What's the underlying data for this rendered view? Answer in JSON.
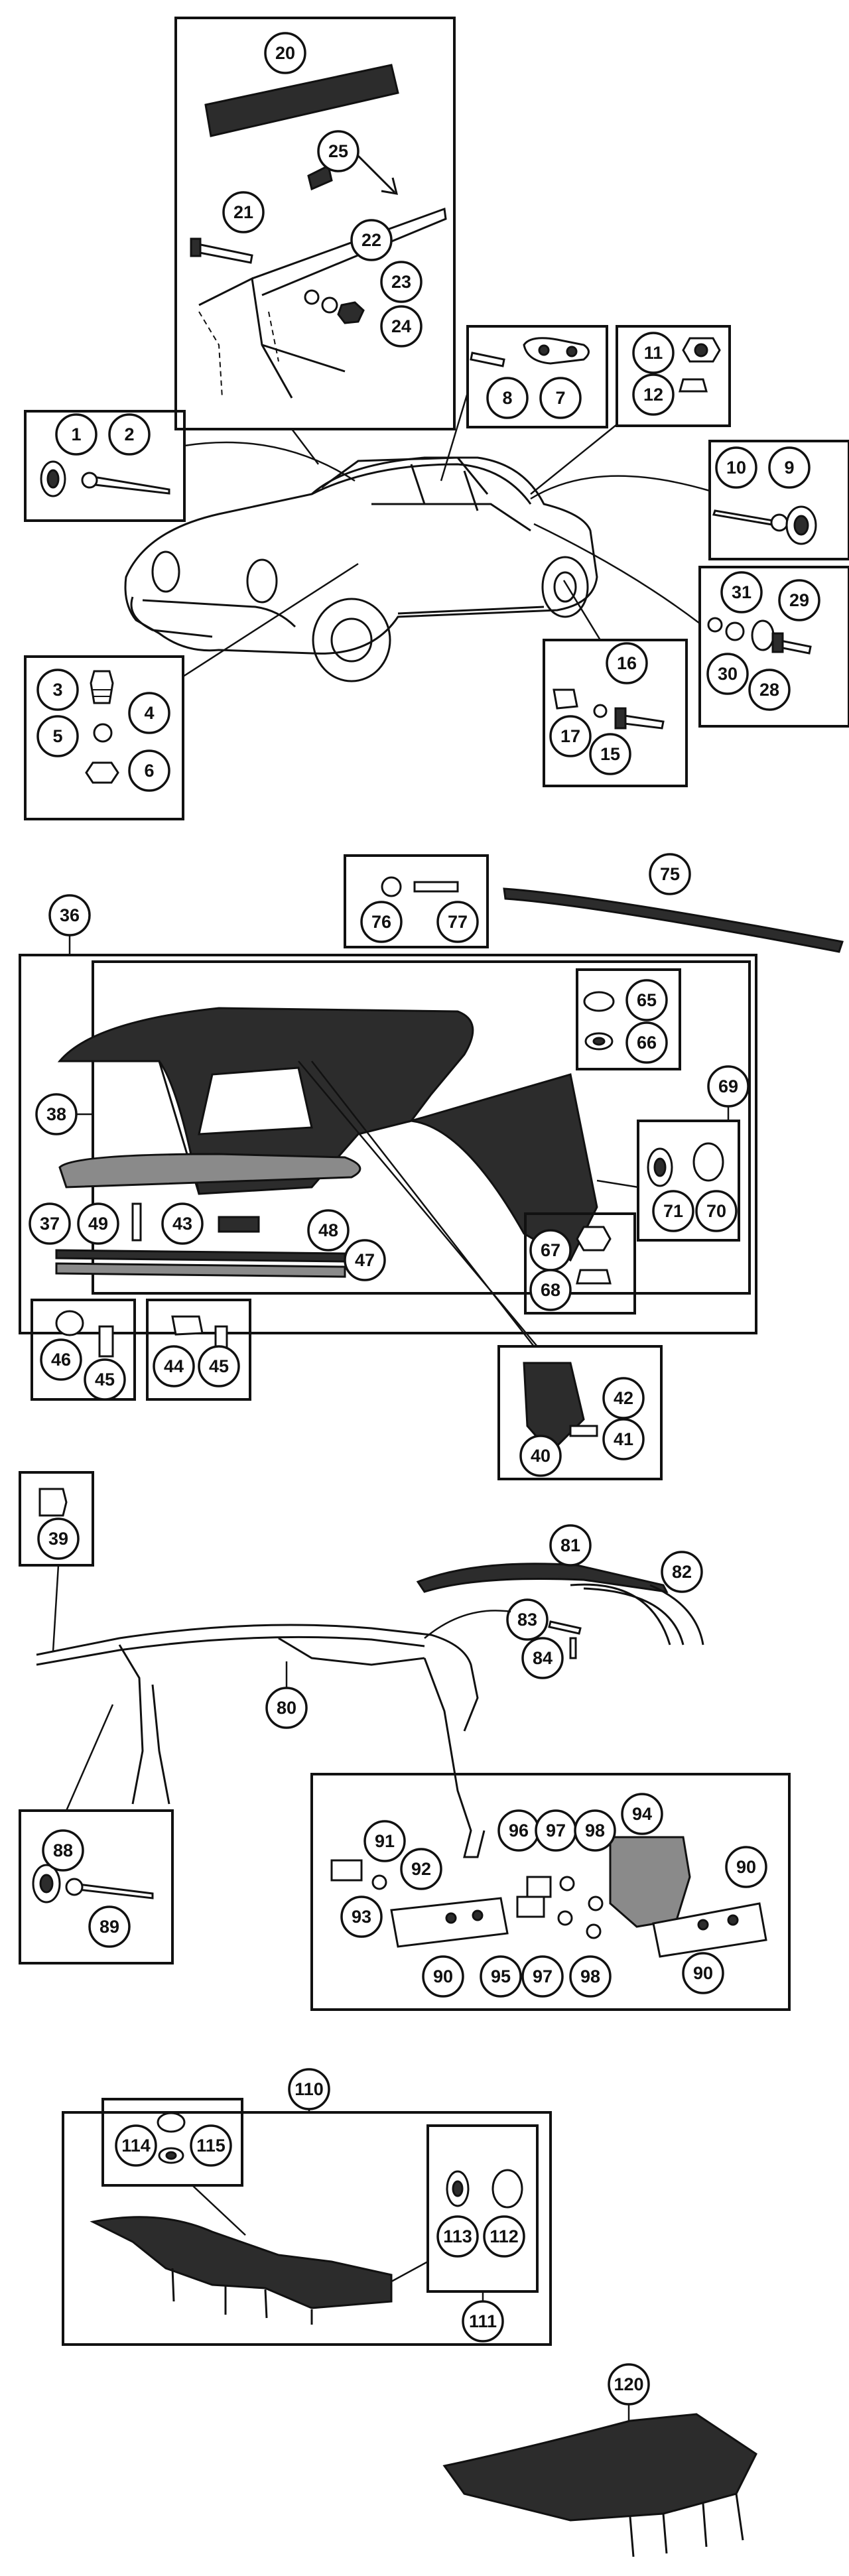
{
  "callouts": [
    {
      "id": "c20",
      "label": "20"
    },
    {
      "id": "c25",
      "label": "25"
    },
    {
      "id": "c21",
      "label": "21"
    },
    {
      "id": "c22",
      "label": "22"
    },
    {
      "id": "c23",
      "label": "23"
    },
    {
      "id": "c24",
      "label": "24"
    },
    {
      "id": "c8",
      "label": "8"
    },
    {
      "id": "c7",
      "label": "7"
    },
    {
      "id": "c11",
      "label": "11"
    },
    {
      "id": "c12",
      "label": "12"
    },
    {
      "id": "c1",
      "label": "1"
    },
    {
      "id": "c2",
      "label": "2"
    },
    {
      "id": "c10",
      "label": "10"
    },
    {
      "id": "c9",
      "label": "9"
    },
    {
      "id": "c31",
      "label": "31"
    },
    {
      "id": "c29",
      "label": "29"
    },
    {
      "id": "c30",
      "label": "30"
    },
    {
      "id": "c28",
      "label": "28"
    },
    {
      "id": "c16",
      "label": "16"
    },
    {
      "id": "c17",
      "label": "17"
    },
    {
      "id": "c15",
      "label": "15"
    },
    {
      "id": "c3",
      "label": "3"
    },
    {
      "id": "c4",
      "label": "4"
    },
    {
      "id": "c5",
      "label": "5"
    },
    {
      "id": "c6",
      "label": "6"
    },
    {
      "id": "c75",
      "label": "75"
    },
    {
      "id": "c76",
      "label": "76"
    },
    {
      "id": "c77",
      "label": "77"
    },
    {
      "id": "c36",
      "label": "36"
    },
    {
      "id": "c65",
      "label": "65"
    },
    {
      "id": "c66",
      "label": "66"
    },
    {
      "id": "c38",
      "label": "38"
    },
    {
      "id": "c69",
      "label": "69"
    },
    {
      "id": "c71",
      "label": "71"
    },
    {
      "id": "c70",
      "label": "70"
    },
    {
      "id": "c37",
      "label": "37"
    },
    {
      "id": "c49",
      "label": "49"
    },
    {
      "id": "c43",
      "label": "43"
    },
    {
      "id": "c48",
      "label": "48"
    },
    {
      "id": "c47",
      "label": "47"
    },
    {
      "id": "c67",
      "label": "67"
    },
    {
      "id": "c68",
      "label": "68"
    },
    {
      "id": "c46",
      "label": "46"
    },
    {
      "id": "c45a",
      "label": "45"
    },
    {
      "id": "c44",
      "label": "44"
    },
    {
      "id": "c45b",
      "label": "45"
    },
    {
      "id": "c42",
      "label": "42"
    },
    {
      "id": "c41",
      "label": "41"
    },
    {
      "id": "c40",
      "label": "40"
    },
    {
      "id": "c39",
      "label": "39"
    },
    {
      "id": "c81",
      "label": "81"
    },
    {
      "id": "c82",
      "label": "82"
    },
    {
      "id": "c83",
      "label": "83"
    },
    {
      "id": "c84",
      "label": "84"
    },
    {
      "id": "c80",
      "label": "80"
    },
    {
      "id": "c88",
      "label": "88"
    },
    {
      "id": "c89",
      "label": "89"
    },
    {
      "id": "c91",
      "label": "91"
    },
    {
      "id": "c92",
      "label": "92"
    },
    {
      "id": "c93",
      "label": "93"
    },
    {
      "id": "c90a",
      "label": "90"
    },
    {
      "id": "c96",
      "label": "96"
    },
    {
      "id": "c97a",
      "label": "97"
    },
    {
      "id": "c98a",
      "label": "98"
    },
    {
      "id": "c94",
      "label": "94"
    },
    {
      "id": "c90b",
      "label": "90"
    },
    {
      "id": "c95",
      "label": "95"
    },
    {
      "id": "c97b",
      "label": "97"
    },
    {
      "id": "c98b",
      "label": "98"
    },
    {
      "id": "c90c",
      "label": "90"
    },
    {
      "id": "c110",
      "label": "110"
    },
    {
      "id": "c114",
      "label": "114"
    },
    {
      "id": "c115",
      "label": "115"
    },
    {
      "id": "c113",
      "label": "113"
    },
    {
      "id": "c112",
      "label": "112"
    },
    {
      "id": "c111",
      "label": "111"
    },
    {
      "id": "c120",
      "label": "120"
    }
  ]
}
